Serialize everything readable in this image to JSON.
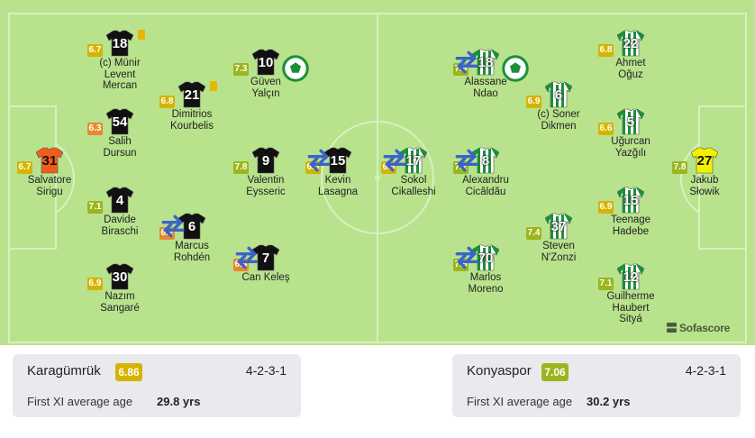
{
  "colors": {
    "pitch": "#b8e28c",
    "lines": "#d8f0bf",
    "rating_yellow": "#d4b400",
    "rating_yellow_green": "#9bb51c",
    "rating_orange": "#e78a2f",
    "home_kit": "#111111",
    "home_gk_kit": "#f25c19",
    "away_kit": "#1c8f3a",
    "away_gk_kit": "#f5f000",
    "card_yellow": "#e6b800"
  },
  "players": [
    {
      "number": "18",
      "name_lines": [
        "(c) Münir",
        "Levent",
        "Mercan"
      ],
      "rating": "6.7",
      "rating_color": "#d4b400",
      "kit": "home",
      "card": true
    },
    {
      "number": "54",
      "name_lines": [
        "Salih",
        "Dursun"
      ],
      "rating": "6.3",
      "rating_color": "#e78a2f",
      "kit": "home"
    },
    {
      "number": "31",
      "name_lines": [
        "Salvatore",
        "Sirigu"
      ],
      "rating": "6.7",
      "rating_color": "#d4b400",
      "kit": "home_gk"
    },
    {
      "number": "4",
      "name_lines": [
        "Davide",
        "Biraschi"
      ],
      "rating": "7.1",
      "rating_color": "#9bb51c",
      "kit": "home"
    },
    {
      "number": "30",
      "name_lines": [
        "Nazım",
        "Sangaré"
      ],
      "rating": "6.9",
      "rating_color": "#d4b400",
      "kit": "home"
    },
    {
      "number": "21",
      "name_lines": [
        "Dimitrios",
        "Kourbelis"
      ],
      "rating": "6.8",
      "rating_color": "#d4b400",
      "kit": "home",
      "card": true
    },
    {
      "number": "6",
      "name_lines": [
        "Marcus",
        "Rohdén"
      ],
      "rating": "6.2",
      "rating_color": "#e78a2f",
      "kit": "home",
      "sub": true
    },
    {
      "number": "10",
      "name_lines": [
        "Güven",
        "Yalçın"
      ],
      "rating": "7.3",
      "rating_color": "#9bb51c",
      "kit": "home",
      "goal": true
    },
    {
      "number": "9",
      "name_lines": [
        "Valentin",
        "Eysseric"
      ],
      "rating": "7.8",
      "rating_color": "#9bb51c",
      "kit": "home"
    },
    {
      "number": "7",
      "name_lines": [
        "Can Keleş"
      ],
      "rating": "6.4",
      "rating_color": "#e78a2f",
      "kit": "home",
      "sub": true
    },
    {
      "number": "15",
      "name_lines": [
        "Kevin",
        "Lasagna"
      ],
      "rating": "6.8",
      "rating_color": "#d4b400",
      "kit": "home",
      "sub": true
    },
    {
      "number": "17",
      "name_lines": [
        "Sokol",
        "Cikalleshi"
      ],
      "rating": "6.6",
      "rating_color": "#d4b400",
      "kit": "away",
      "sub": true
    },
    {
      "number": "18",
      "name_lines": [
        "Alassane",
        "Ndao"
      ],
      "rating": "7.9",
      "rating_color": "#9bb51c",
      "kit": "away",
      "sub": true,
      "goal": true
    },
    {
      "number": "8",
      "name_lines": [
        "Alexandru",
        "Cicâldău"
      ],
      "rating": "7.2",
      "rating_color": "#9bb51c",
      "kit": "away",
      "sub": true
    },
    {
      "number": "70",
      "name_lines": [
        "Marlos",
        "Moreno"
      ],
      "rating": "7.6",
      "rating_color": "#9bb51c",
      "kit": "away",
      "sub": true
    },
    {
      "number": "6",
      "name_lines": [
        "(c) Soner",
        "Dikmen"
      ],
      "rating": "6.9",
      "rating_color": "#d4b400",
      "kit": "away"
    },
    {
      "number": "37",
      "name_lines": [
        "Steven",
        "N'Zonzi"
      ],
      "rating": "7.4",
      "rating_color": "#9bb51c",
      "kit": "away"
    },
    {
      "number": "22",
      "name_lines": [
        "Ahmet",
        "Oğuz"
      ],
      "rating": "6.8",
      "rating_color": "#d4b400",
      "kit": "away"
    },
    {
      "number": "5",
      "name_lines": [
        "Uğurcan",
        "Yazğılı"
      ],
      "rating": "6.6",
      "rating_color": "#d4b400",
      "kit": "away"
    },
    {
      "number": "15",
      "name_lines": [
        "Teenage",
        "Hadebe"
      ],
      "rating": "6.9",
      "rating_color": "#d4b400",
      "kit": "away"
    },
    {
      "number": "12",
      "name_lines": [
        "Guilherme",
        "Haubert",
        "Sityá"
      ],
      "rating": "7.1",
      "rating_color": "#9bb51c",
      "kit": "away"
    },
    {
      "number": "27",
      "name_lines": [
        "Jakub",
        "Słowik"
      ],
      "rating": "7.8",
      "rating_color": "#9bb51c",
      "kit": "away_gk"
    }
  ],
  "watermark": "Sofascore",
  "home_team": {
    "name": "Karagümrük",
    "rating": "6.86",
    "rating_color": "#d4b400",
    "formation": "4-2-3-1",
    "age_label": "First XI average age",
    "age_value": "29.8 yrs"
  },
  "away_team": {
    "name": "Konyaspor",
    "rating": "7.06",
    "rating_color": "#9bb51c",
    "formation": "4-2-3-1",
    "age_label": "First XI average age",
    "age_value": "30.2 yrs"
  }
}
